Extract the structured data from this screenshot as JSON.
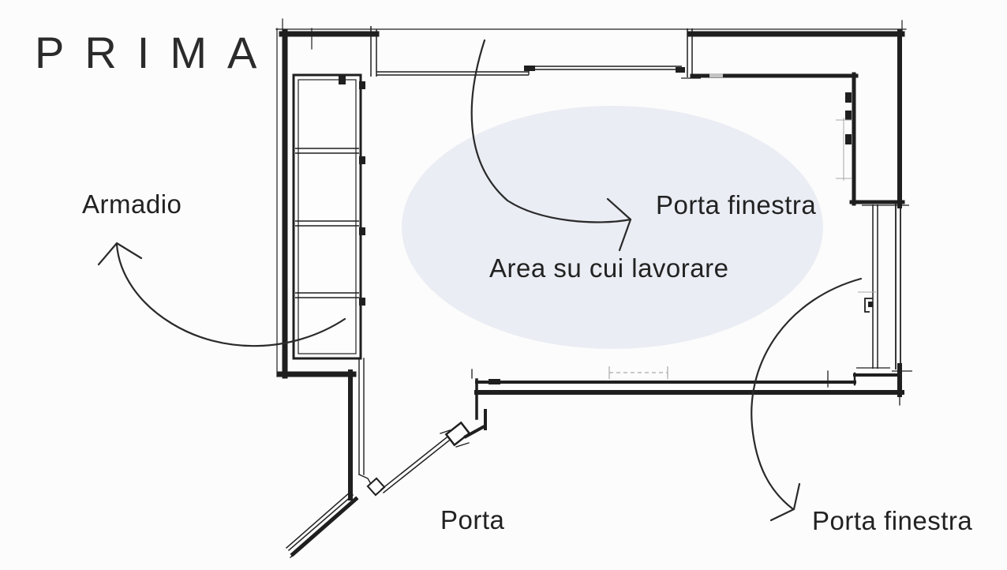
{
  "title": {
    "text": "PRIMA"
  },
  "annotations": {
    "armadio": {
      "label": "Armadio",
      "target": "wardrobe"
    },
    "porta_finestra_top": {
      "label": "Porta finestra",
      "target": "top-sliding-french-door"
    },
    "area_lavoro": {
      "label": "Area su cui lavorare",
      "target": "work-area-ellipse"
    },
    "porta": {
      "label": "Porta",
      "target": "entrance-door"
    },
    "porta_finestra_right": {
      "label": "Porta finestra",
      "target": "right-french-door"
    }
  },
  "floor_plan": {
    "type": "hand-drafted room plan, 'before' state",
    "elements": [
      "wardrobe with 4 compartments on left wall",
      "sliding door-window on top wall",
      "french door-window on right wall",
      "angled entrance door at bottom-left",
      "elliptical highlight of the working area"
    ]
  },
  "colors": {
    "background": "#fcfcfc",
    "ink": "#1f1f1f",
    "arrow_ink": "#2a2a2a",
    "light_line": "#a8a8a8",
    "work_area_fill": "#eaedf3",
    "text": "#222222",
    "title_text": "#2b2b2b"
  }
}
